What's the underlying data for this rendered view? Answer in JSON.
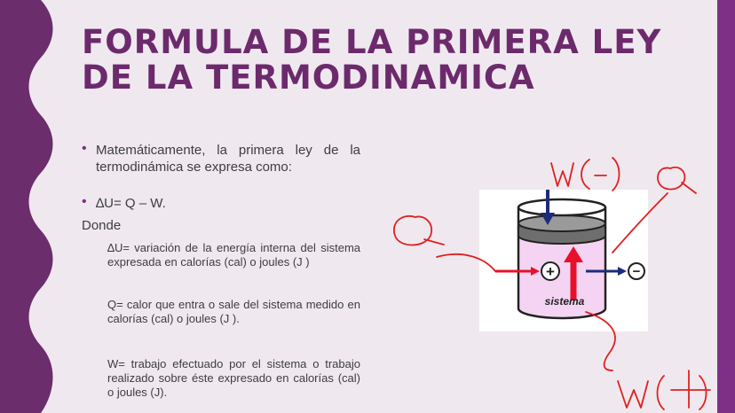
{
  "slide": {
    "title": "FORMULA DE LA PRIMERA LEY DE LA TERMODINAMICA",
    "bullet_1": "Matemáticamente, la primera ley de la termodinámica se expresa como:",
    "bullet_2": "∆U= Q – W.",
    "donde_label": "Donde",
    "def_u": "∆U= variación de la energía interna del sistema expresada en calorías (cal) o joules (J )",
    "def_q": "Q= calor que entra o sale del sistema medido en calorías (cal) o joules (J ).",
    "def_w": "W= trabajo efectuado por el sistema o trabajo realizado sobre éste expresado en calorías (cal) o joules (J)."
  },
  "diagram": {
    "system_label": "sistema",
    "plus_symbol": "+",
    "minus_symbol": "−",
    "colors": {
      "liquid": "#f4d4f2",
      "piston": "#6e6e6e",
      "arrow_in": "#1d2b7a",
      "arrow_out": "#e8102a"
    }
  },
  "handwriting": {
    "color": "#e02020",
    "q_left": "Q",
    "q_right": "Q",
    "w_negative": "W(−)",
    "w_positive": "W(+)"
  },
  "theme": {
    "title_color": "#6c2a6c",
    "band_color": "#6b2d6b",
    "accent_right": "#7e2f86"
  }
}
